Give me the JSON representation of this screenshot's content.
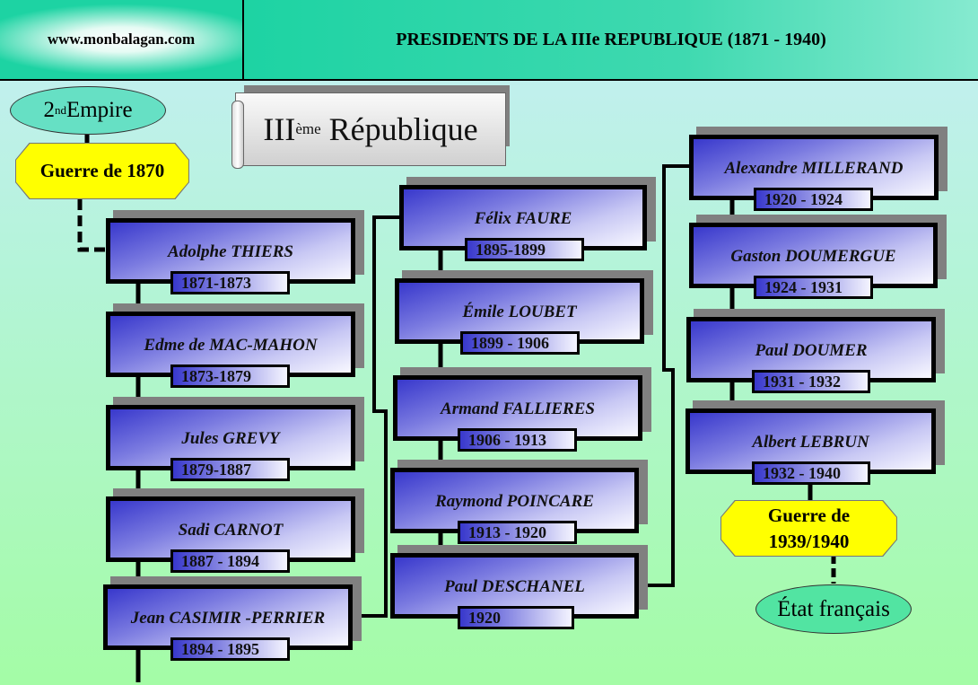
{
  "header": {
    "site": "www.monbalagan.com",
    "title": "PRESIDENTS DE LA IIIe REPUBLIQUE (1871 - 1940)"
  },
  "banner": {
    "main": "III",
    "sup": "ème",
    "rest": " République"
  },
  "start": {
    "regime": "2",
    "regime_sup": "nd",
    "regime_rest": " Empire",
    "event": "Guerre de 1870"
  },
  "end": {
    "event_line1": "Guerre de",
    "event_line2": "1939/1940",
    "regime": "État français"
  },
  "presidents": [
    {
      "name": "Adolphe THIERS",
      "term": "1871-1873"
    },
    {
      "name": "Edme de MAC-MAHON",
      "term": "1873-1879"
    },
    {
      "name": "Jules GREVY",
      "term": "1879-1887"
    },
    {
      "name": "Sadi CARNOT",
      "term": "1887 - 1894"
    },
    {
      "name": "Jean CASIMIR -PERRIER",
      "term": "1894 - 1895"
    },
    {
      "name": "Félix FAURE",
      "term": "1895-1899"
    },
    {
      "name": "Émile LOUBET",
      "term": "1899 - 1906"
    },
    {
      "name": "Armand FALLIERES",
      "term": "1906 - 1913"
    },
    {
      "name": "Raymond POINCARE",
      "term": "1913 - 1920"
    },
    {
      "name": "Paul DESCHANEL",
      "term": "1920"
    },
    {
      "name": "Alexandre MILLERAND",
      "term": "1920 - 1924"
    },
    {
      "name": "Gaston DOUMERGUE",
      "term": "1924 - 1931"
    },
    {
      "name": "Paul DOUMER",
      "term": "1931 - 1932"
    },
    {
      "name": "Albert LEBRUN",
      "term": "1932 - 1940"
    }
  ]
}
